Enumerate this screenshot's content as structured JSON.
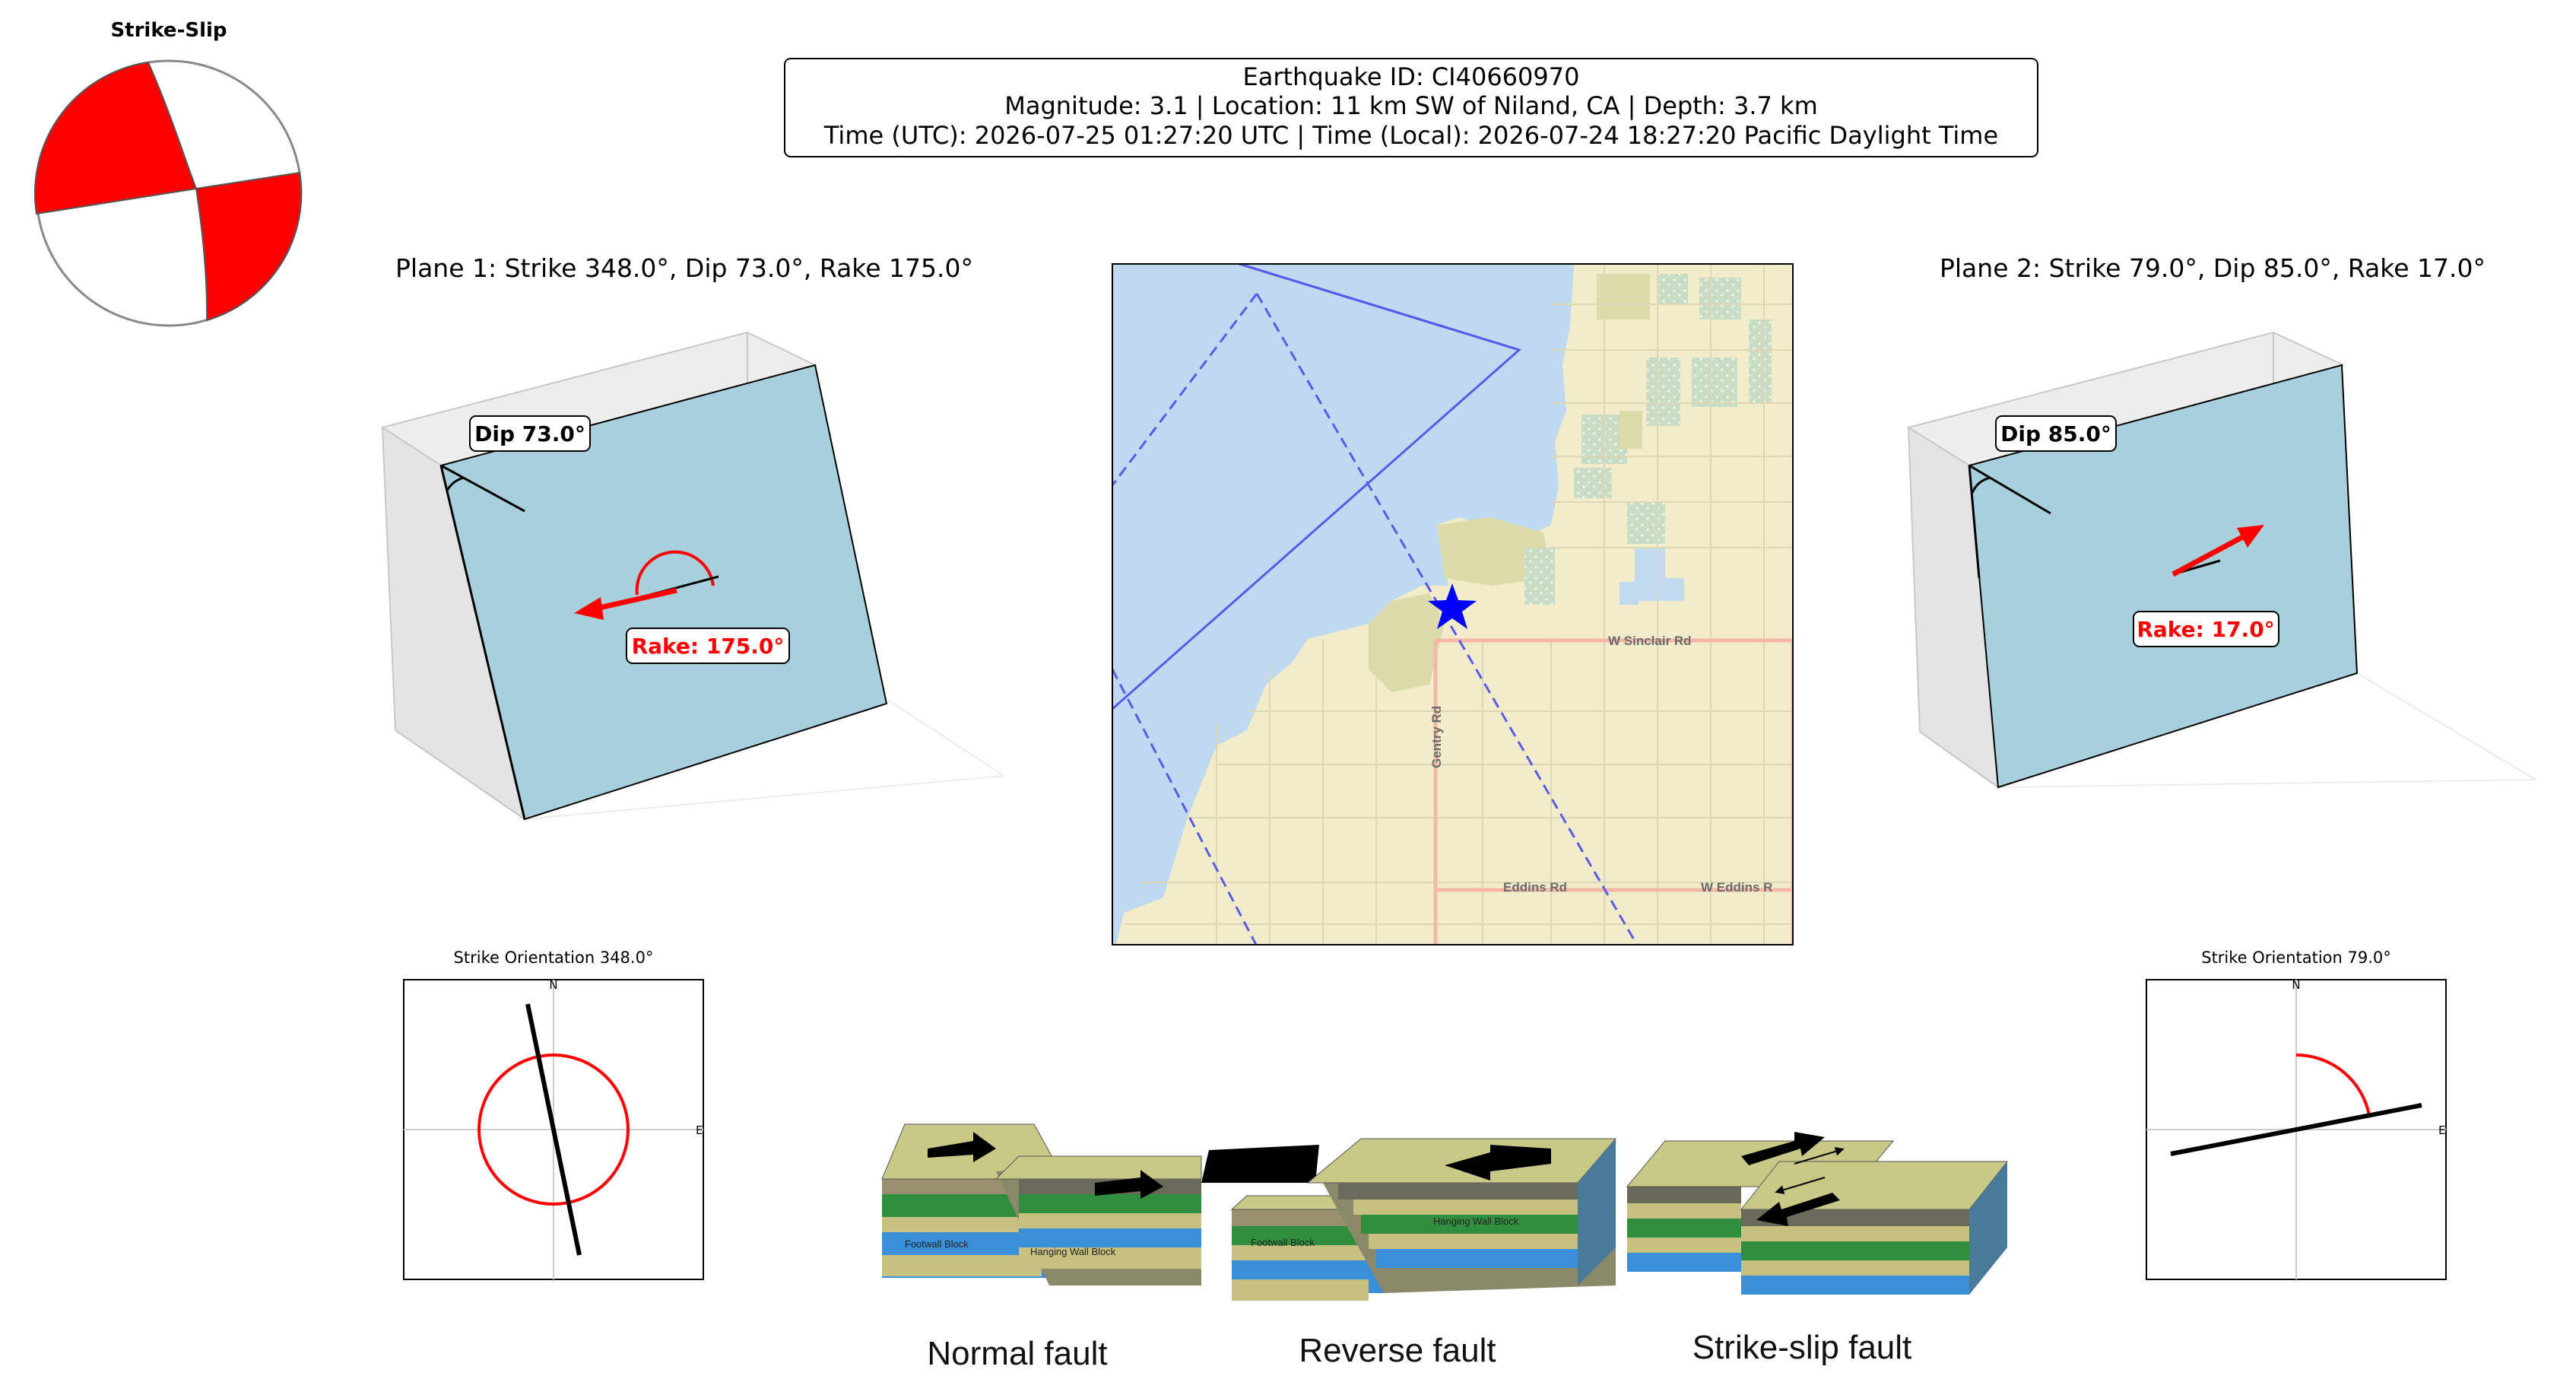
{
  "header": {
    "line1": "Earthquake ID: CI40660970",
    "line2": "Magnitude: 3.1 | Location: 11 km SW of Niland, CA | Depth: 3.7 km",
    "line3": "Time (UTC): 2026-07-25 01:27:20 UTC | Time (Local): 2026-07-24 18:27:20 Pacific Daylight Time"
  },
  "beachball": {
    "label": "Strike-Slip",
    "color": "#ff0000"
  },
  "plane1": {
    "title": "Plane 1: Strike 348.0°, Dip 73.0°, Rake 175.0°",
    "dip_label": "Dip 73.0°",
    "rake_label": "Rake: 175.0°",
    "strike_title": "Strike Orientation 348.0°",
    "strike": 348.0,
    "dip": 73.0,
    "rake": 175.0
  },
  "plane2": {
    "title": "Plane 2: Strike 79.0°, Dip 85.0°, Rake 17.0°",
    "dip_label": "Dip 85.0°",
    "rake_label": "Rake: 17.0°",
    "strike_title": "Strike Orientation 79.0°",
    "strike": 79.0,
    "dip": 85.0,
    "rake": 17.0
  },
  "compass": {
    "north": "N",
    "east": "E"
  },
  "map": {
    "roads": [
      "W Sinclair Rd",
      "Eddins Rd",
      "W Eddins R",
      "Gentry Rd"
    ],
    "water_color": "#bfd9f0",
    "land_color": "#f2ecca",
    "epicenter_color": "#0000ff"
  },
  "fault_types": {
    "normal": "Normal fault",
    "reverse": "Reverse fault",
    "strike_slip": "Strike-slip fault",
    "footwall": "Footwall Block",
    "hanging_wall": "Hanging Wall Block"
  },
  "colors": {
    "plane": "#a8d0dc",
    "slip": "#ff0000"
  }
}
